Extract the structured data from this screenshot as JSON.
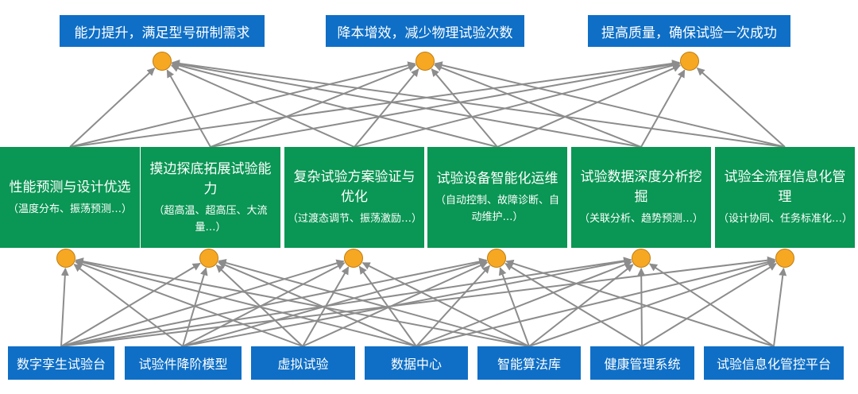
{
  "goals": [
    {
      "label": "能力提升，满足型号研制需求"
    },
    {
      "label": "降本增效，减少物理试验次数"
    },
    {
      "label": "提高质量，确保试验一次成功"
    }
  ],
  "capabilities": [
    {
      "title": "性能预测与设计优选",
      "sub": "（温度分布、振荡预测…）"
    },
    {
      "title": "摸边探底拓展试验能力",
      "sub": "（超高温、超高压、大流量…）"
    },
    {
      "title": "复杂试验方案验证与优化",
      "sub": "（过渡态调节、振荡激励…）"
    },
    {
      "title": "试验设备智能化运维",
      "sub": "（自动控制、故障诊断、自动维护…）"
    },
    {
      "title": "试验数据深度分析挖掘",
      "sub": "（关联分析、趋势预测…）"
    },
    {
      "title": "试验全流程信息化管理",
      "sub": "（设计协同、任务标准化…）"
    }
  ],
  "tools": [
    {
      "label": "数字孪生试验台"
    },
    {
      "label": "试验件降阶模型"
    },
    {
      "label": "虚拟试验"
    },
    {
      "label": "数据中心"
    },
    {
      "label": "智能算法库"
    },
    {
      "label": "健康管理系统"
    },
    {
      "label": "试验信息化管控平台"
    }
  ],
  "edges_top": [
    [
      0,
      0
    ],
    [
      0,
      1
    ],
    [
      0,
      2
    ],
    [
      1,
      0
    ],
    [
      1,
      1
    ],
    [
      1,
      2
    ],
    [
      2,
      0
    ],
    [
      2,
      1
    ],
    [
      2,
      2
    ],
    [
      3,
      0
    ],
    [
      3,
      1
    ],
    [
      3,
      2
    ],
    [
      4,
      0
    ],
    [
      4,
      1
    ],
    [
      4,
      2
    ],
    [
      5,
      0
    ],
    [
      5,
      1
    ],
    [
      5,
      2
    ]
  ],
  "edges_bottom": [
    [
      0,
      0
    ],
    [
      0,
      1
    ],
    [
      0,
      2
    ],
    [
      0,
      3
    ],
    [
      0,
      4
    ],
    [
      0,
      5
    ],
    [
      1,
      0
    ],
    [
      1,
      1
    ],
    [
      1,
      2
    ],
    [
      1,
      3
    ],
    [
      1,
      4
    ],
    [
      2,
      0
    ],
    [
      2,
      1
    ],
    [
      2,
      2
    ],
    [
      2,
      3
    ],
    [
      3,
      0
    ],
    [
      3,
      1
    ],
    [
      3,
      2
    ],
    [
      3,
      3
    ],
    [
      3,
      4
    ],
    [
      3,
      5
    ],
    [
      4,
      0
    ],
    [
      4,
      1
    ],
    [
      4,
      2
    ],
    [
      4,
      3
    ],
    [
      4,
      4
    ],
    [
      4,
      5
    ],
    [
      5,
      3
    ],
    [
      5,
      4
    ],
    [
      5,
      5
    ],
    [
      6,
      3
    ],
    [
      6,
      4
    ],
    [
      6,
      5
    ]
  ],
  "colors": {
    "goal_fill": "#0f6fc6",
    "capability_fill": "#0a9654",
    "tool_fill": "#0f6fc6",
    "node_fill": "#f7a823",
    "edge": "#8c8c8c"
  }
}
